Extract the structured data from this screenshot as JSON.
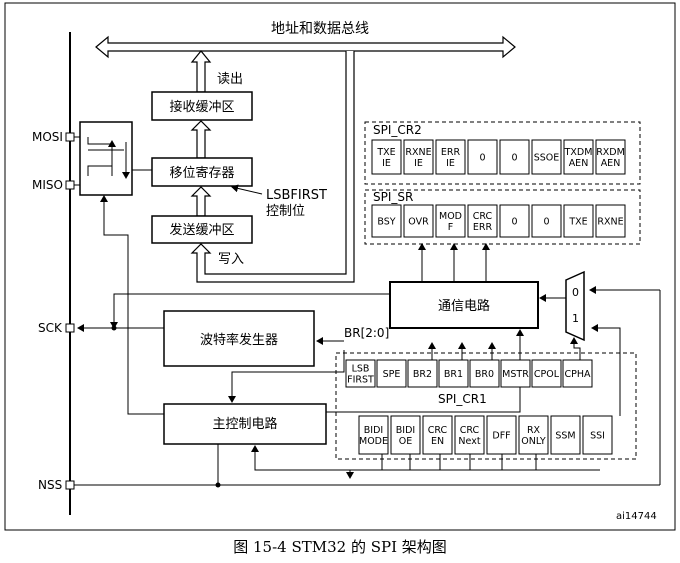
{
  "bus": {
    "label": "地址和数据总线"
  },
  "pins": {
    "mosi": "MOSI",
    "miso": "MISO",
    "sck": "SCK",
    "nss": "NSS"
  },
  "blocks": {
    "rx_buffer": "接收缓冲区",
    "shift_register": "移位寄存器",
    "tx_buffer": "发送缓冲区",
    "baud_generator": "波特率发生器",
    "comm_circuit": "通信电路",
    "master_control": "主控制电路"
  },
  "flow_labels": {
    "read": "读出",
    "write": "写入",
    "lsbfirst_line1": "LSBFIRST",
    "lsbfirst_line2": "控制位",
    "br_bits": "BR[2:0]"
  },
  "mux": {
    "in0": "0",
    "in1": "1"
  },
  "registers": {
    "cr2": {
      "title": "SPI_CR2",
      "cells": [
        "TXE\nIE",
        "RXNE\nIE",
        "ERR\nIE",
        "0",
        "0",
        "SSOE",
        "TXDM\nAEN",
        "RXDM\nAEN"
      ]
    },
    "sr": {
      "title": "SPI_SR",
      "cells": [
        "BSY",
        "OVR",
        "MOD\nF",
        "CRC\nERR",
        "0",
        "0",
        "TXE",
        "RXNE"
      ]
    },
    "cr1": {
      "title": "SPI_CR1",
      "row1": [
        "LSB\nFIRST",
        "SPE",
        "BR2",
        "BR1",
        "BR0",
        "MSTR",
        "CPOL",
        "CPHA"
      ],
      "row2": [
        "BIDI\nMODE",
        "BIDI\nOE",
        "CRC\nEN",
        "CRC\nNext",
        "DFF",
        "RX\nONLY",
        "SSM",
        "SSI"
      ]
    }
  },
  "figure_id": "ai14744",
  "caption": "图 15-4    STM32 的 SPI 架构图"
}
